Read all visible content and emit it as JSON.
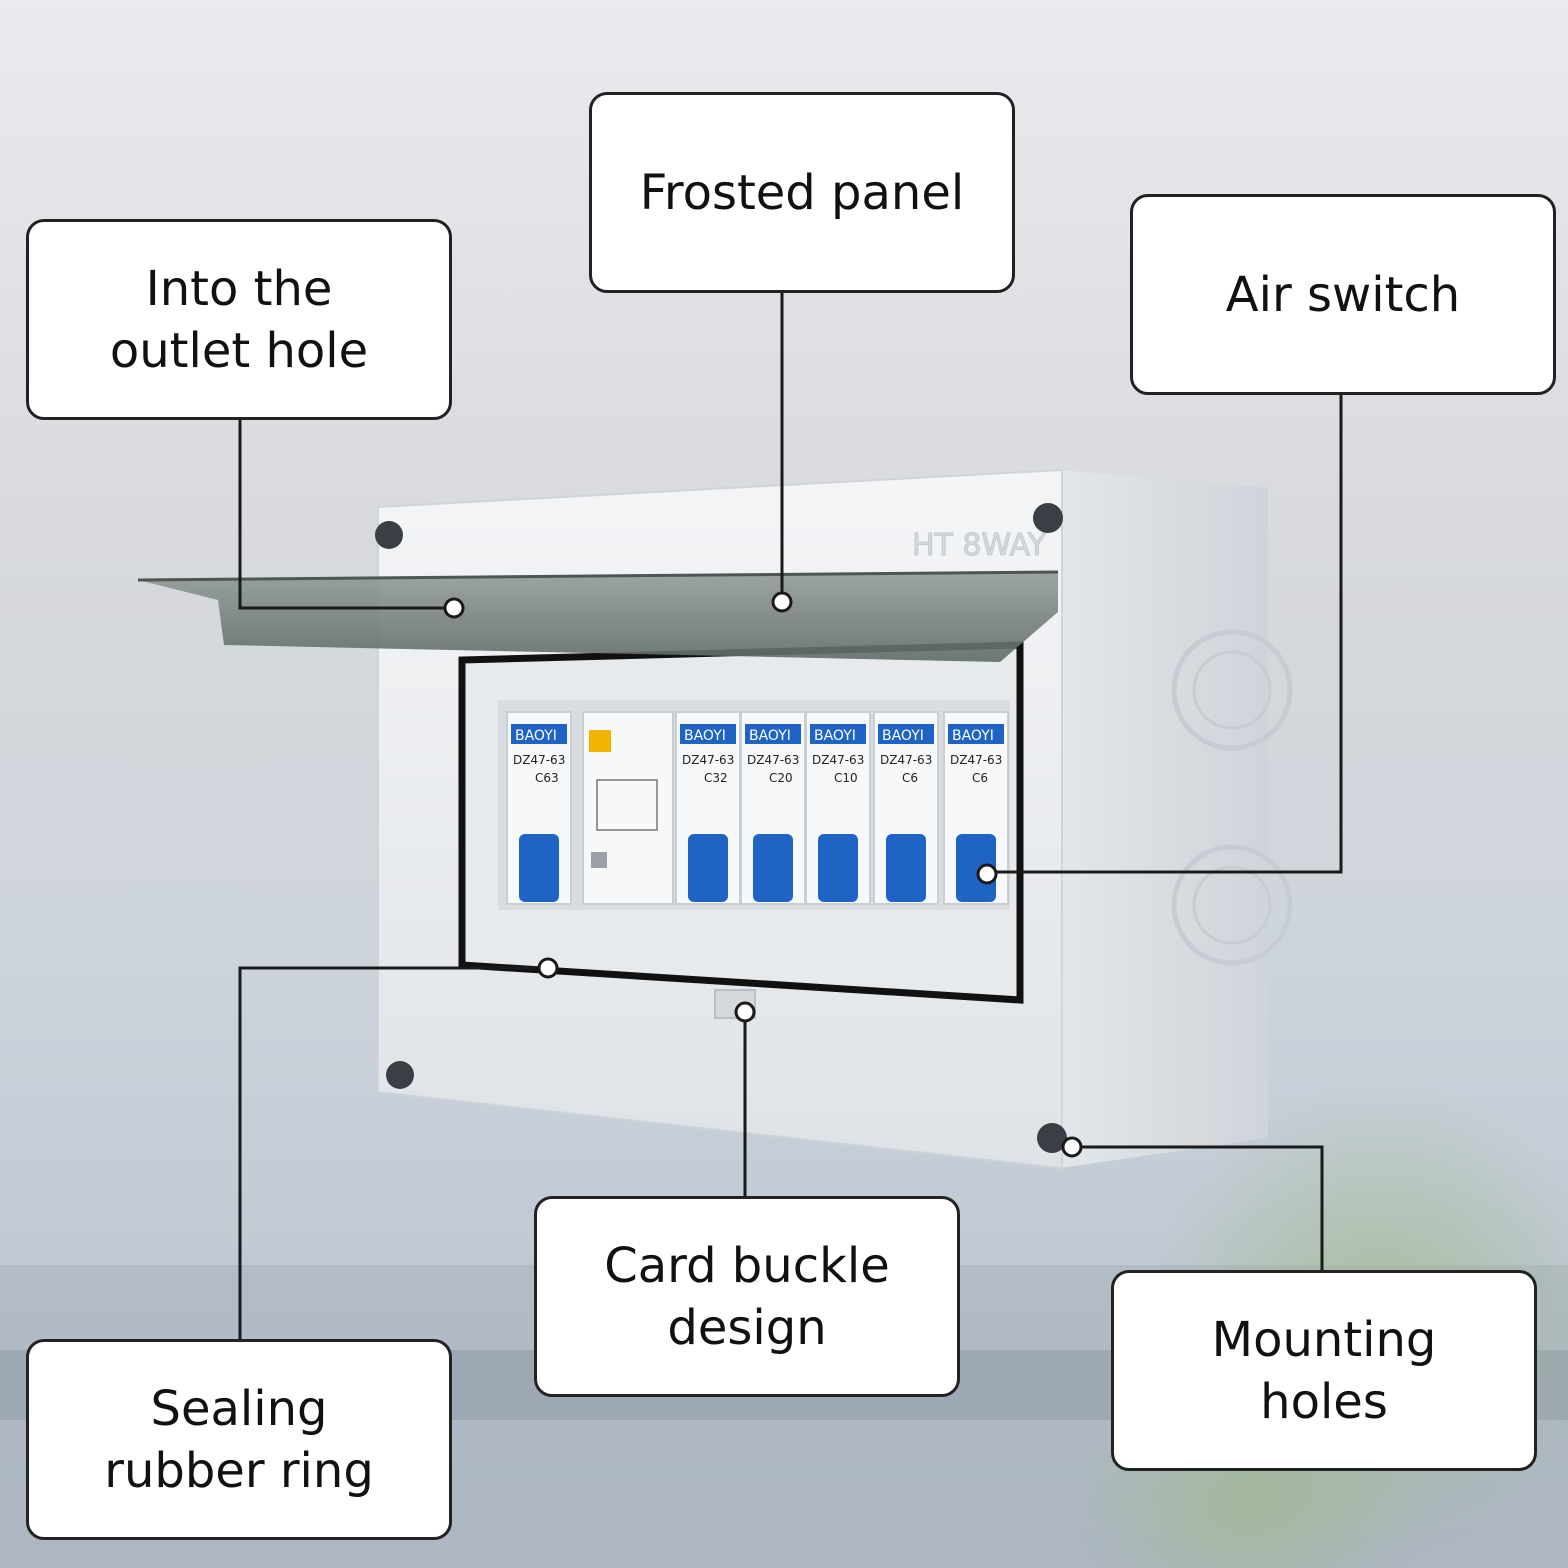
{
  "callouts": {
    "outlet": "Into the\noutlet hole",
    "frosted": "Frosted panel",
    "air": "Air switch",
    "buckle": "Card buckle\ndesign",
    "mounting": "Mounting\nholes",
    "sealing": "Sealing\nrubber ring"
  },
  "box_marking": "HT 8WAY",
  "breakers": [
    {
      "brand": "BAOYI",
      "model": "DZ47-63",
      "rating": "C63"
    },
    {
      "brand": "",
      "model": "",
      "rating": ""
    },
    {
      "brand": "BAOYI",
      "model": "DZ47-63",
      "rating": "C32"
    },
    {
      "brand": "BAOYI",
      "model": "DZ47-63",
      "rating": "C20"
    },
    {
      "brand": "BAOYI",
      "model": "DZ47-63",
      "rating": "C10"
    },
    {
      "brand": "BAOYI",
      "model": "DZ47-63",
      "rating": "C6"
    },
    {
      "brand": "BAOYI",
      "model": "DZ47-63",
      "rating": "C6"
    }
  ],
  "colors": {
    "breaker_blue": "#1f63c4",
    "housing": "#eceff2",
    "leader": "#1a1a1a"
  }
}
